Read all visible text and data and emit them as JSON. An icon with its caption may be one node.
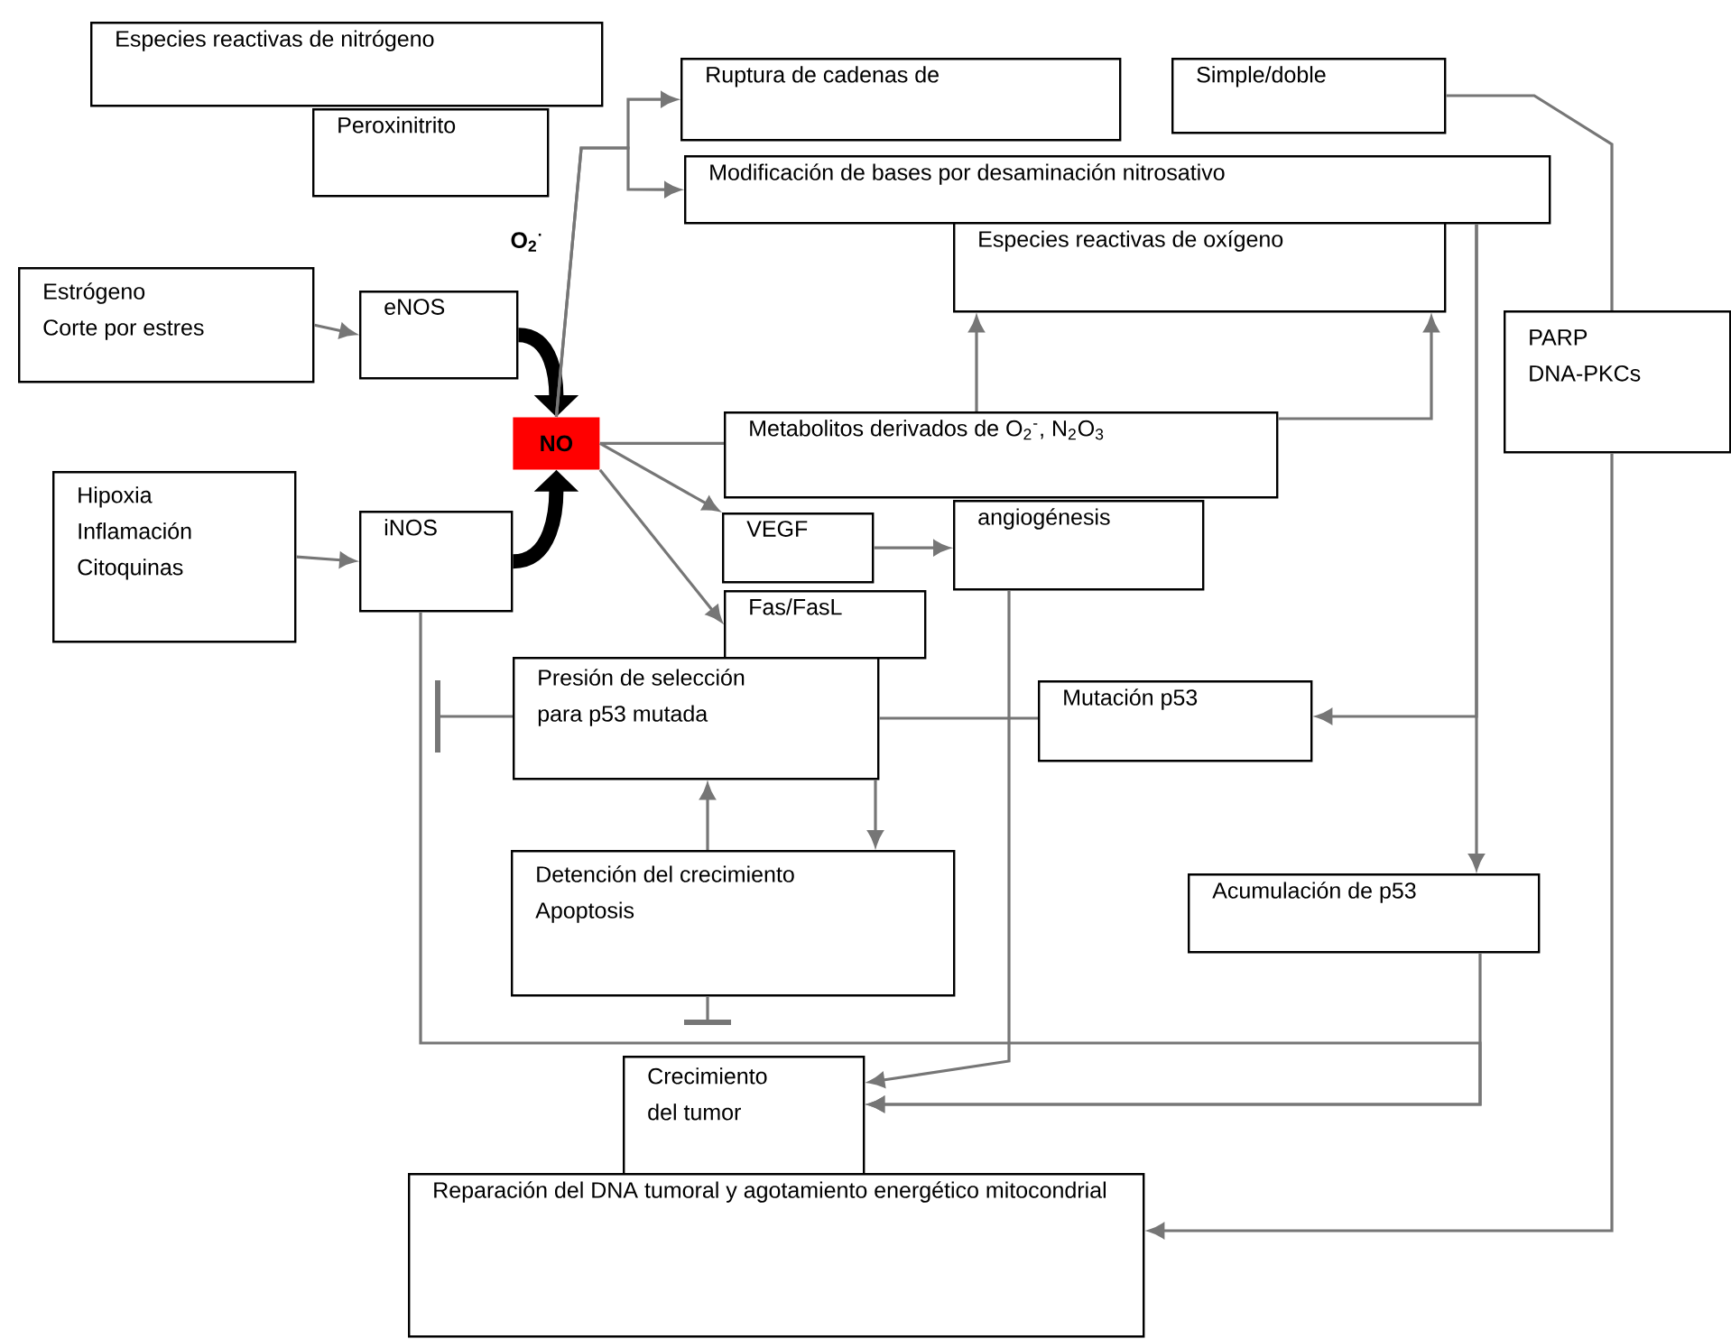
{
  "diagram": {
    "nodes": [
      {
        "text": [
          "Especies reactivas de nitrógeno"
        ]
      },
      {
        "text": [
          "Peroxinitrito"
        ]
      },
      {
        "text": [
          "Ruptura de cadenas de"
        ]
      },
      {
        "text": [
          "Simple/doble"
        ]
      },
      {
        "text": [
          "Modificación de bases por desaminación nitrosativo"
        ]
      },
      {
        "text": [
          "Especies reactivas de oxígeno"
        ]
      },
      {
        "text": [
          "Estrógeno",
          "Corte por estres"
        ]
      },
      {
        "text": [
          "eNOS"
        ]
      },
      {
        "text": [
          "PARP",
          "DNA-PKCs"
        ]
      },
      {
        "text": [
          "NO"
        ]
      },
      {
        "text": [
          "Metabolitos derivados de O$_{2}$$^{-}$, N$_{2}$O$_{3}$"
        ]
      },
      {
        "text": [
          "Hipoxia",
          "Inflamación",
          "Citoquinas"
        ]
      },
      {
        "text": [
          "iNOS"
        ]
      },
      {
        "text": [
          "VEGF"
        ]
      },
      {
        "text": [
          "angiogénesis"
        ]
      },
      {
        "text": [
          "Fas/FasL"
        ]
      },
      {
        "text": [
          "Presión de selección",
          "para p53 mutada"
        ]
      },
      {
        "text": [
          "Mutación p53"
        ]
      },
      {
        "text": [
          "Detención del crecimiento",
          "Apoptosis"
        ]
      },
      {
        "text": [
          "Acumulación de p53"
        ]
      },
      {
        "text": [
          "Crecimiento",
          "del tumor"
        ]
      },
      {
        "text": [
          "Reparación del DNA tumoral y agotamiento energético mitocondrial"
        ]
      }
    ],
    "edges": [
      {
        "from": 6,
        "to": 7,
        "arrow": "to"
      },
      {
        "from": 11,
        "to": 12,
        "arrow": "to"
      },
      {
        "from": 7,
        "to": 9,
        "arrow": "to",
        "style": "thick",
        "color": "#000000"
      },
      {
        "from": 12,
        "to": 9,
        "arrow": "to",
        "style": "thick",
        "color": "#000000"
      },
      {
        "from": 9,
        "to": 2,
        "arrow": "to"
      },
      {
        "from": 9,
        "to": 4,
        "arrow": "to"
      },
      {
        "from": 9,
        "to": 10,
        "arrow": "none"
      },
      {
        "from": 10,
        "to": 5,
        "arrow": "to"
      },
      {
        "from": 10,
        "to": 5,
        "arrow": "to"
      },
      {
        "from": 9,
        "to": 13,
        "arrow": "to"
      },
      {
        "from": 9,
        "to": 15,
        "arrow": "to"
      },
      {
        "from": 13,
        "to": 14,
        "arrow": "to"
      },
      {
        "from": 4,
        "to": 17,
        "arrow": "to"
      },
      {
        "from": 4,
        "to": 19,
        "arrow": "to"
      },
      {
        "from": 17,
        "to": 16,
        "arrow": "none"
      },
      {
        "from": 16,
        "to": null,
        "arrow": "other"
      },
      {
        "from": 16,
        "to": 18,
        "arrow": "to"
      },
      {
        "from": 18,
        "to": 16,
        "arrow": "to"
      },
      {
        "from": 12,
        "to": 20,
        "arrow": "to"
      },
      {
        "from": 19,
        "to": 20,
        "arrow": "to"
      },
      {
        "from": 14,
        "to": 20,
        "arrow": "to"
      },
      {
        "from": 18,
        "to": null,
        "arrow": "other"
      },
      {
        "from": 3,
        "to": 8,
        "arrow": "none"
      },
      {
        "from": 8,
        "to": 21,
        "arrow": "to"
      }
    ],
    "labels": [
      "O$_{2}$$^{·}$"
    ]
  }
}
